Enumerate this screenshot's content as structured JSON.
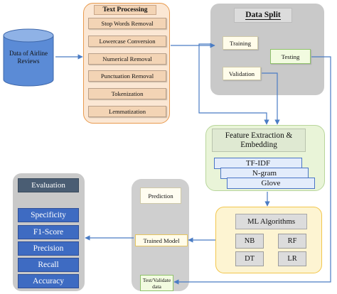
{
  "database": {
    "label": "Data of Airline Reviews"
  },
  "text_processing": {
    "title": "Text Processing",
    "steps": [
      "Stop Words Removal",
      "Lowercase Conversion",
      "Numerical Removal",
      "Punctuation  Removal",
      "Tokenization",
      "Lemmatization"
    ]
  },
  "data_split": {
    "title": "Data Split",
    "training": "Training",
    "validation": "Validation",
    "testing": "Testing"
  },
  "feature_extraction": {
    "title": "Feature Extraction & Embedding",
    "methods": [
      "TF-IDF",
      "N-gram",
      "Glove"
    ]
  },
  "ml_algorithms": {
    "title": "ML Algorithms",
    "models": [
      "NB",
      "RF",
      "DT",
      "LR"
    ]
  },
  "prediction": {
    "title": "Prediction",
    "trained_model": "Trained Model",
    "test_validate": "Test/Validate data"
  },
  "evaluation": {
    "title": "Evaluation",
    "metrics": [
      "Specificity",
      "F1-Score",
      "Precision",
      "Recall",
      "Accuracy"
    ]
  },
  "colors": {
    "arrow": "#4a7cc4",
    "metric_fill": "#3e6bc2",
    "evaluation_header": "#4a5d73"
  }
}
